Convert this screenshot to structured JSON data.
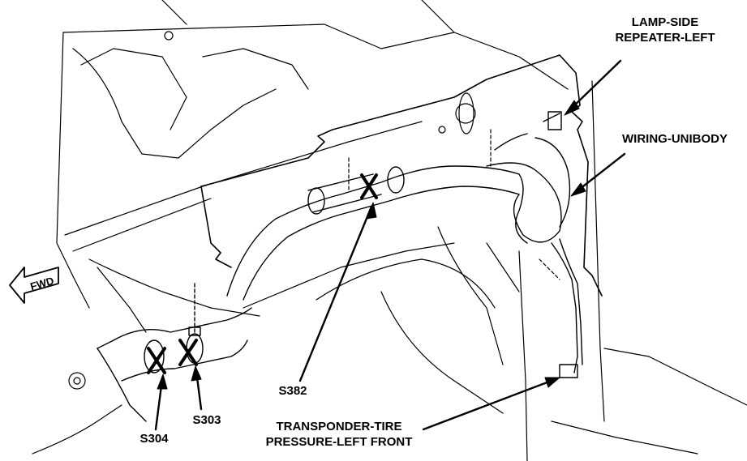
{
  "callouts": {
    "lamp_side_repeater": {
      "line1": "LAMP-SIDE",
      "line2": "REPEATER-LEFT"
    },
    "wiring_unibody": "WIRING-UNIBODY",
    "s382": "S382",
    "s304": "S304",
    "s303": "S303",
    "transponder": {
      "line1": "TRANSPONDER-TIRE",
      "line2": "PRESSURE-LEFT FRONT"
    }
  },
  "direction_indicator": {
    "label": "FWD",
    "icon": "left-arrow-icon"
  },
  "colors": {
    "ink": "#000000",
    "paper": "#ffffff"
  }
}
